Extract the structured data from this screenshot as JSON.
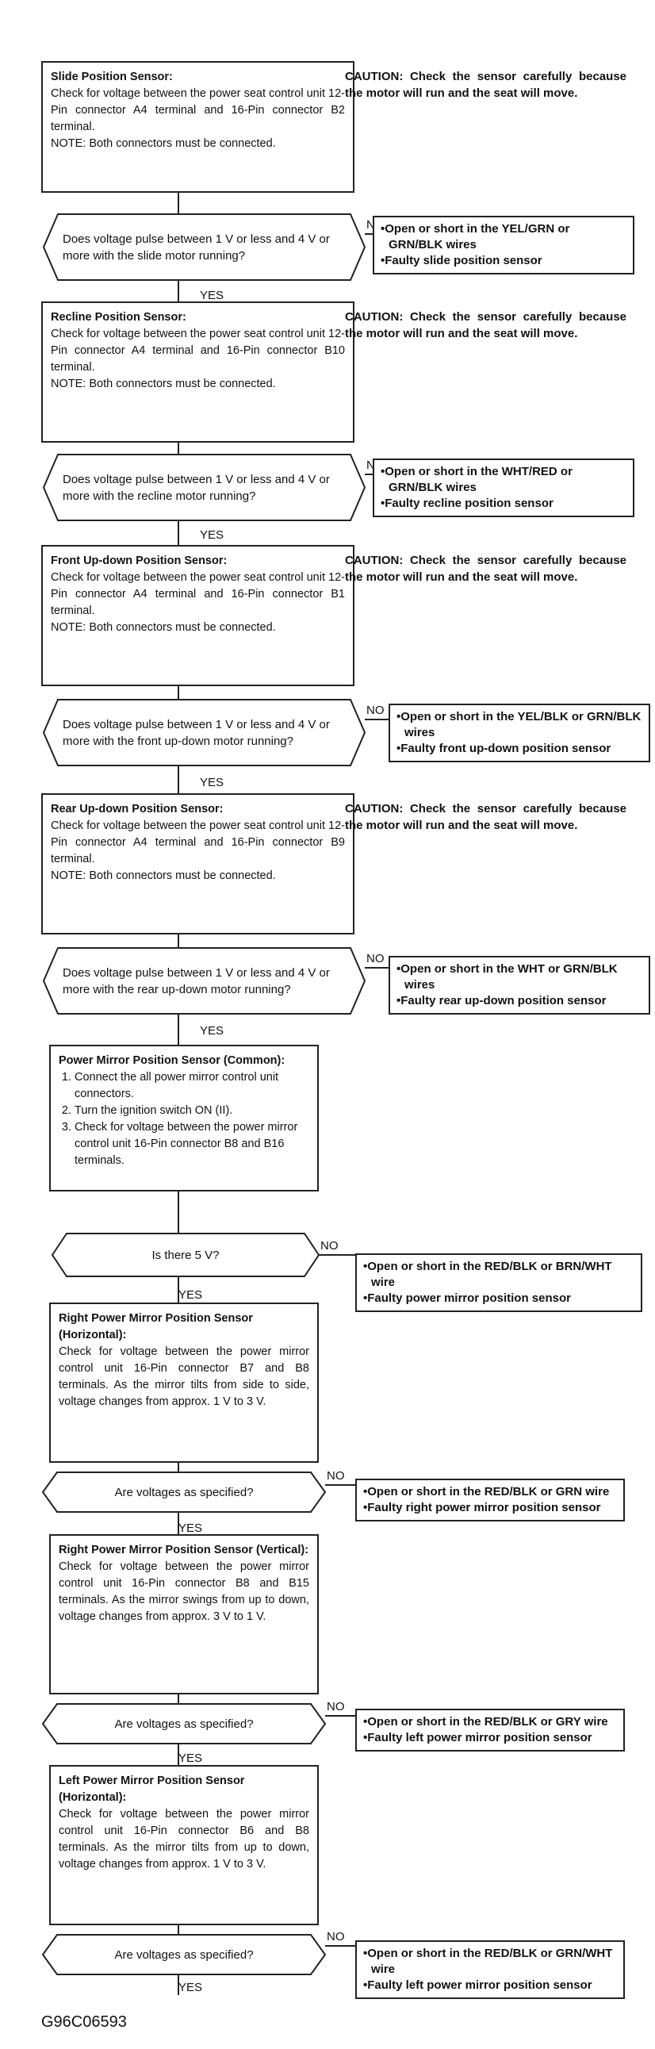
{
  "steps": [
    {
      "box": {
        "title": "Slide Position Sensor:",
        "body": "Check for voltage between the power seat control unit 12-Pin connector A4 terminal and 16-Pin connector B2 terminal.",
        "note": "NOTE: Both connectors must be connected."
      },
      "caution": "CAUTION: Check the sensor carefully because the motor will run and the seat will move.",
      "question": "Does voltage pulse between 1 V or less and 4 V or more with the slide motor running?",
      "no_label": "NO",
      "yes_label": "YES",
      "no_results": [
        "Open or short in the YEL/GRN or GRN/BLK wires",
        "Faulty slide position sensor"
      ]
    },
    {
      "box": {
        "title": "Recline Position Sensor:",
        "body": "Check for voltage between the power seat control unit 12-Pin connector A4 terminal and 16-Pin connector B10 terminal.",
        "note": "NOTE: Both connectors must be connected."
      },
      "caution": "CAUTION: Check the sensor carefully because the motor will run and the seat will move.",
      "question": "Does voltage pulse between 1 V or less and 4 V or more with the recline motor running?",
      "no_label": "NO",
      "yes_label": "YES",
      "no_results": [
        "Open or short in the WHT/RED or GRN/BLK wires",
        "Faulty recline position sensor"
      ]
    },
    {
      "box": {
        "title": "Front Up-down Position Sensor:",
        "body": "Check for voltage between the power seat control unit 12-Pin connector A4 terminal and 16-Pin connector B1 terminal.",
        "note": "NOTE: Both connectors must be connected."
      },
      "caution": "CAUTION: Check the sensor carefully because the motor will run and the seat will move.",
      "question": "Does voltage pulse between 1 V or less and 4 V or more with the front up-down motor running?",
      "no_label": "NO",
      "yes_label": "YES",
      "no_results": [
        "Open or short in the YEL/BLK or GRN/BLK wires",
        "Faulty front up-down position sensor"
      ]
    },
    {
      "box": {
        "title": "Rear Up-down Position Sensor:",
        "body": "Check for voltage between the power seat control unit 12-Pin connector A4 terminal and 16-Pin connector B9 terminal.",
        "note": "NOTE: Both connectors must be connected."
      },
      "caution": "CAUTION: Check the sensor carefully because the motor will run and the seat will move.",
      "question": "Does voltage pulse between 1 V or less and 4 V or more with the rear up-down motor running?",
      "no_label": "NO",
      "yes_label": "YES",
      "no_results": [
        "Open or short in the WHT or GRN/BLK wires",
        "Faulty rear up-down position sensor"
      ]
    },
    {
      "box": {
        "title": "Power Mirror Position Sensor (Common):",
        "items": [
          "Connect the all power mirror control unit connectors.",
          "Turn the ignition switch ON (II).",
          "Check for voltage between the power mirror control unit 16-Pin connector B8 and B16 terminals."
        ]
      },
      "question": "Is there 5 V?",
      "no_label": "NO",
      "yes_label": "YES",
      "no_results": [
        "Open or short in the RED/BLK or BRN/WHT wire",
        "Faulty power mirror position sensor"
      ]
    },
    {
      "box": {
        "title": "Right Power Mirror Position Sensor (Horizontal):",
        "body": "Check for voltage between the power mirror control unit 16-Pin connector B7 and B8 terminals. As the mirror tilts from side to side, voltage changes from approx. 1 V to 3 V."
      },
      "question": "Are voltages as specified?",
      "no_label": "NO",
      "yes_label": "YES",
      "no_results": [
        "Open or short in the RED/BLK or GRN wire",
        "Faulty right power mirror position sensor"
      ]
    },
    {
      "box": {
        "title": "Right Power Mirror Position Sensor (Vertical):",
        "body": "Check for voltage between the power mirror control unit 16-Pin connector B8 and B15 terminals. As the mirror swings from up to down, voltage changes from approx. 3 V to 1 V."
      },
      "question": "Are voltages as specified?",
      "no_label": "NO",
      "yes_label": "YES",
      "no_results": [
        "Open or short in the RED/BLK or GRY wire",
        "Faulty left power mirror position sensor"
      ]
    },
    {
      "box": {
        "title": "Left Power Mirror Position Sensor (Horizontal):",
        "body": "Check for voltage between the power mirror control unit 16-Pin connector B6 and B8 terminals. As the mirror tilts from up to down, voltage changes from approx. 1 V to 3 V."
      },
      "question": "Are voltages as specified?",
      "no_label": "NO",
      "yes_label": "YES",
      "no_results": [
        "Open or short in the RED/BLK or GRN/WHT wire",
        "Faulty left power mirror position sensor"
      ]
    }
  ],
  "figure_code": "G96C06593"
}
